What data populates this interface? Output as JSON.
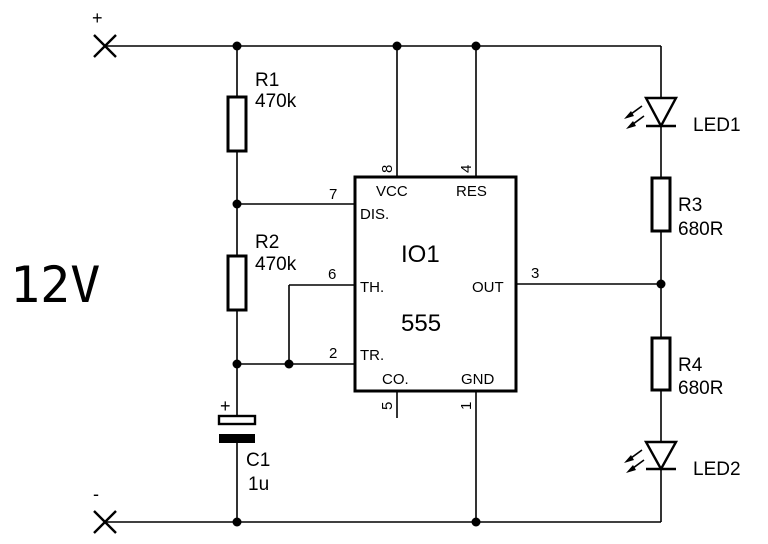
{
  "supply": {
    "voltage_label": "12V",
    "positive_sign": "+",
    "negative_sign": "-"
  },
  "resistors": {
    "r1": {
      "name": "R1",
      "value": "470k"
    },
    "r2": {
      "name": "R2",
      "value": "470k"
    },
    "r3": {
      "name": "R3",
      "value": "680R"
    },
    "r4": {
      "name": "R4",
      "value": "680R"
    }
  },
  "capacitor": {
    "name": "C1",
    "value": "1u",
    "polarity": "+"
  },
  "leds": {
    "led1": {
      "name": "LED1"
    },
    "led2": {
      "name": "LED2"
    }
  },
  "ic": {
    "name": "IO1",
    "type": "555",
    "pins": {
      "vcc": {
        "label": "VCC",
        "number": "8"
      },
      "res": {
        "label": "RES",
        "number": "4"
      },
      "dis": {
        "label": "DIS.",
        "number": "7"
      },
      "th": {
        "label": "TH.",
        "number": "6"
      },
      "out": {
        "label": "OUT",
        "number": "3"
      },
      "tr": {
        "label": "TR.",
        "number": "2"
      },
      "co": {
        "label": "CO.",
        "number": "5"
      },
      "gnd": {
        "label": "GND",
        "number": "1"
      }
    }
  }
}
